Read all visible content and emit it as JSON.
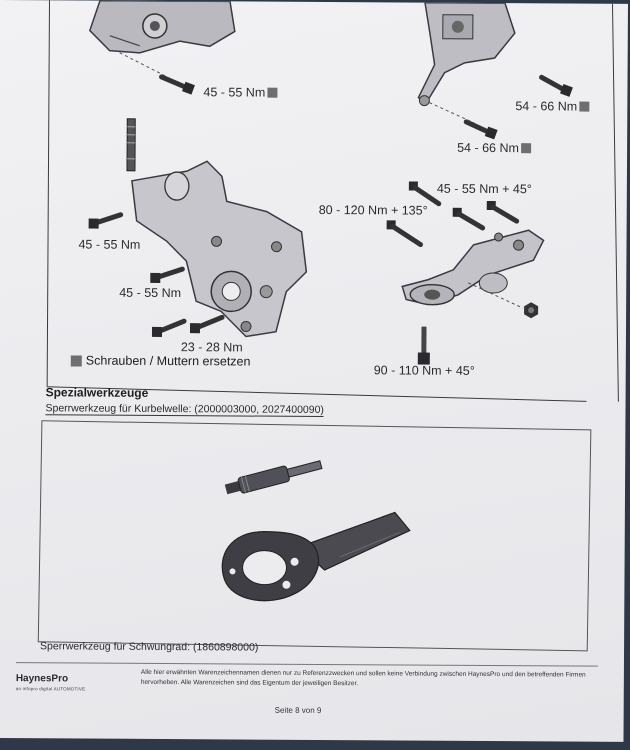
{
  "diagram_labels": {
    "t1": "45 - 55 Nm",
    "t2": "54 - 66 Nm",
    "t3": "54 - 66 Nm",
    "t4": "45 - 55 Nm",
    "t5": "45 - 55 Nm",
    "t6": "23 - 28 Nm",
    "t7": "45 - 55 Nm + 45°",
    "t8": "80 - 120 Nm + 135°",
    "t9": "90 - 110 Nm + 45°"
  },
  "legend": {
    "text": "Schrauben / Muttern ersetzen"
  },
  "special_tools": {
    "heading": "Spezialwerkzeuge",
    "crankshaft_tool": "Sperrwerkzeug für Kurbelwelle: (2000003000, 2027400090)",
    "flywheel_tool": "Sperrwerkzeug für Schwungrad: (1860898000)"
  },
  "footer": {
    "brand": "HaynesPro",
    "brand_sub": "an infopro digital AUTOMOTIVE",
    "disclaimer": "Alle hier erwähnten Warenzeichennamen dienen nur zu Referenzzwecken und sollen keine Verbindung zwischen HaynesPro und den betreffenden Firmen hervorheben. Alle Warenzeichen sind das Eigentum der jeweiligen Besitzer.",
    "page": "Seite 8 von 9"
  },
  "colors": {
    "paper": "#ececef",
    "ink": "#1e1e22",
    "replace_marker": "#6e6e72",
    "desk": "#2e3848"
  }
}
